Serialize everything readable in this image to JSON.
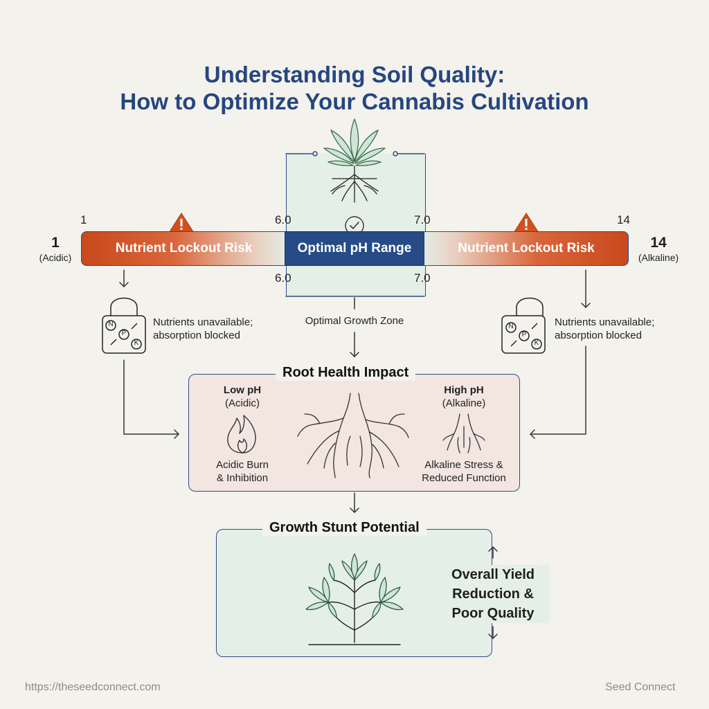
{
  "title": {
    "line1": "Understanding Soil Quality:",
    "line2": "How to Optimize Your Cannabis Cultivation"
  },
  "ph_scale": {
    "left_segment": "Nutrient Lockout Risk",
    "middle_segment": "Optimal pH Range",
    "right_segment": "Nutrient Lockout Risk",
    "tick_low_end": "1",
    "tick_opt_low": "6.0",
    "tick_opt_high": "7.0",
    "tick_high_end": "14",
    "end_left_num": "1",
    "end_left_label": "(Acidic)",
    "end_right_num": "14",
    "end_right_label": "(Alkaline)",
    "warning_icon": "warning-triangle-icon",
    "check_icon": "check-circle-icon"
  },
  "lockout": {
    "left_text_1": "Nutrients unavailable;",
    "left_text_2": "absorption blocked",
    "right_text_1": "Nutrients unavailable;",
    "right_text_2": "absorption blocked",
    "nutrients": [
      "N",
      "P",
      "K"
    ],
    "icon": "padlock-icon"
  },
  "zone_label": "Optimal Growth Zone",
  "root_health": {
    "title": "Root Health Impact",
    "low_title": "Low pH",
    "low_sub": "(Acidic)",
    "low_desc_1": "Acidic Burn",
    "low_desc_2": "& Inhibition",
    "high_title": "High pH",
    "high_sub": "(Alkaline)",
    "high_desc_1": "Alkaline Stress &",
    "high_desc_2": "Reduced Function"
  },
  "growth": {
    "title": "Growth Stunt Potential",
    "yield_1": "Overall Yield",
    "yield_2": "Reduction &",
    "yield_3": "Poor Quality"
  },
  "footer": {
    "url": "https://theseedconnect.com",
    "brand": "Seed Connect"
  },
  "colors": {
    "title_blue": "#26467f",
    "risk_orange": "#c8491d",
    "optimal_blue": "#264b87",
    "optimal_green_bg": "#e3efe7",
    "root_card_bg": "#f3e6e0"
  }
}
